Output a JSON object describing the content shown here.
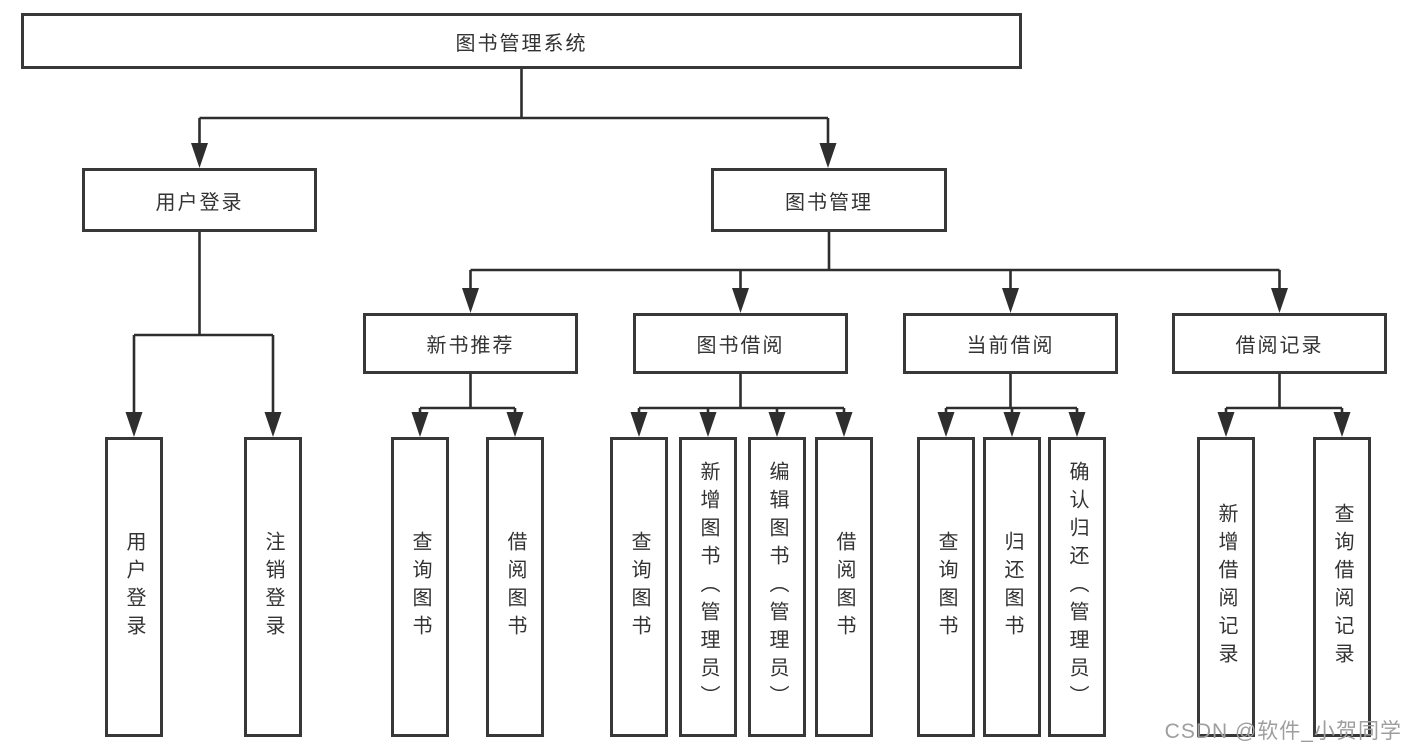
{
  "colors": {
    "line": "#2e2e2e",
    "border": "#383838",
    "text": "#333333",
    "watermark": "#9e9e9e"
  },
  "tree": {
    "root": "图书管理系统",
    "branches": [
      {
        "label": "用户登录",
        "children": [
          "用户登录",
          "注销登录"
        ]
      },
      {
        "label": "图书管理",
        "groups": [
          {
            "label": "新书推荐",
            "children": [
              "查询图书",
              "借阅图书"
            ]
          },
          {
            "label": "图书借阅",
            "children": [
              "查询图书",
              "新增图书（管理员）",
              "编辑图书（管理员）",
              "借阅图书"
            ]
          },
          {
            "label": "当前借阅",
            "children": [
              "查询图书",
              "归还图书",
              "确认归还（管理员）"
            ]
          },
          {
            "label": "借阅记录",
            "children": [
              "新增借阅记录",
              "查询借阅记录"
            ]
          }
        ]
      }
    ]
  },
  "watermark": "CSDN @软件_小贺同学"
}
